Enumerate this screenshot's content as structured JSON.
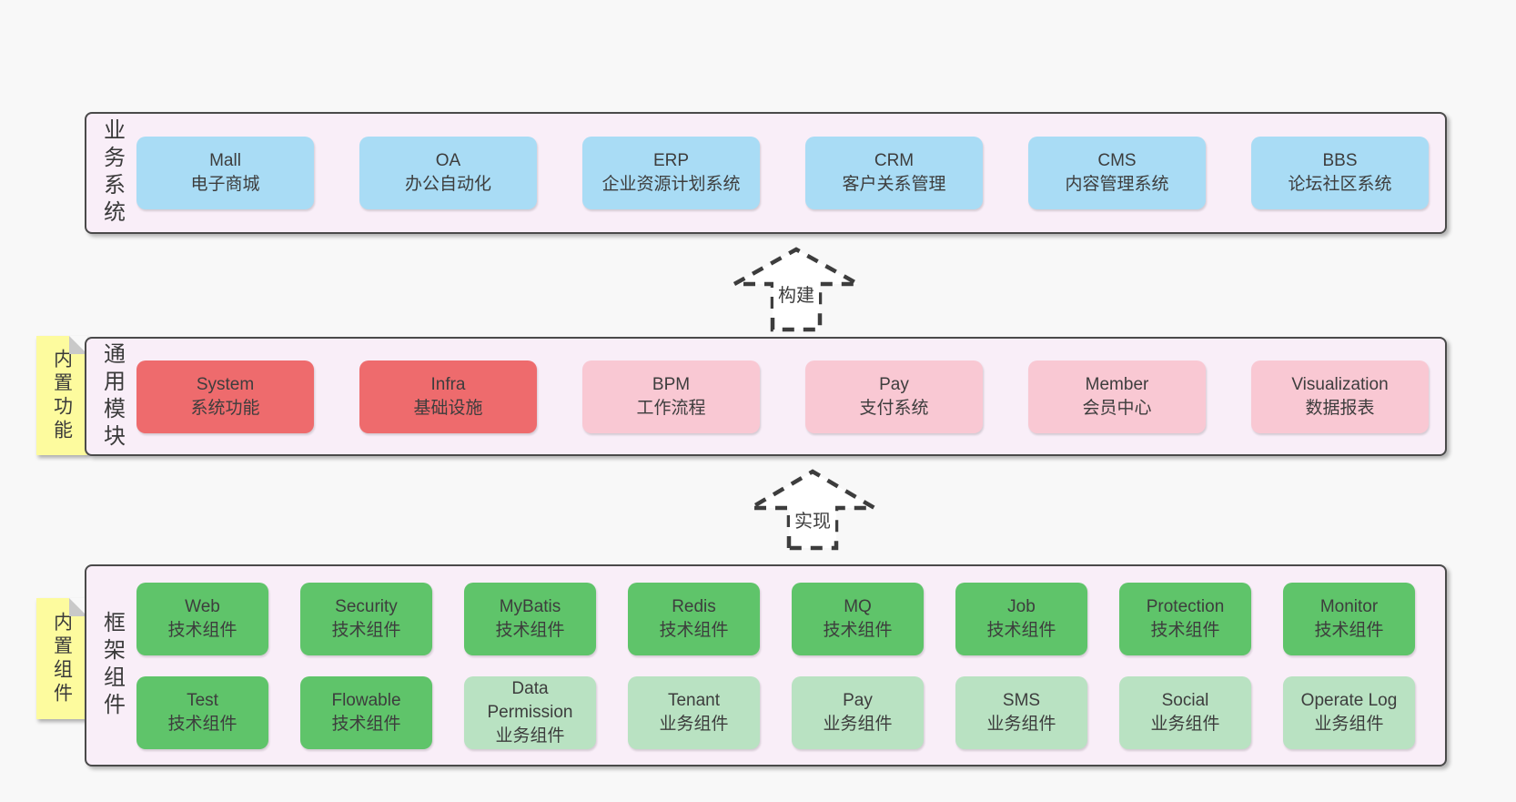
{
  "colors": {
    "page_background": "#f8f8f8",
    "container_background": "#f9eef8",
    "container_border": "#4a4a4a",
    "blue_box": "#a9dcf5",
    "red_box": "#ee6b6d",
    "pink_box": "#f9c8d3",
    "green_box": "#5fc46a",
    "light_green_box": "#b9e2c2",
    "note_yellow": "#fdfb9e",
    "note_fold_gray": "#c9c9c9",
    "text": "#3d3d3d"
  },
  "business_layer": {
    "label": "业务系统",
    "boxes": [
      {
        "name": "Mall",
        "desc": "电子商城"
      },
      {
        "name": "OA",
        "desc": "办公自动化"
      },
      {
        "name": "ERP",
        "desc": "企业资源计划系统"
      },
      {
        "name": "CRM",
        "desc": "客户关系管理"
      },
      {
        "name": "CMS",
        "desc": "内容管理系统"
      },
      {
        "name": "BBS",
        "desc": "论坛社区系统"
      }
    ]
  },
  "build_arrow": {
    "label": "构建"
  },
  "module_layer": {
    "label": "通用模块",
    "note": "内置功能",
    "boxes": [
      {
        "name": "System",
        "desc": "系统功能"
      },
      {
        "name": "Infra",
        "desc": "基础设施"
      },
      {
        "name": "BPM",
        "desc": "工作流程"
      },
      {
        "name": "Pay",
        "desc": "支付系统"
      },
      {
        "name": "Member",
        "desc": "会员中心"
      },
      {
        "name": "Visualization",
        "desc": "数据报表"
      }
    ]
  },
  "implement_arrow": {
    "label": "实现"
  },
  "component_layer": {
    "label": "框架组件",
    "note": "内置组件",
    "row1": [
      {
        "name": "Web",
        "desc": "技术组件"
      },
      {
        "name": "Security",
        "desc": "技术组件"
      },
      {
        "name": "MyBatis",
        "desc": "技术组件"
      },
      {
        "name": "Redis",
        "desc": "技术组件"
      },
      {
        "name": "MQ",
        "desc": "技术组件"
      },
      {
        "name": "Job",
        "desc": "技术组件"
      },
      {
        "name": "Protection",
        "desc": "技术组件"
      },
      {
        "name": "Monitor",
        "desc": "技术组件"
      }
    ],
    "row2": [
      {
        "name": "Test",
        "desc": "技术组件"
      },
      {
        "name": "Flowable",
        "desc": "技术组件"
      },
      {
        "name": "Data Permission",
        "desc": "业务组件"
      },
      {
        "name": "Tenant",
        "desc": "业务组件"
      },
      {
        "name": "Pay",
        "desc": "业务组件"
      },
      {
        "name": "SMS",
        "desc": "业务组件"
      },
      {
        "name": "Social",
        "desc": "业务组件"
      },
      {
        "name": "Operate Log",
        "desc": "业务组件"
      }
    ]
  }
}
